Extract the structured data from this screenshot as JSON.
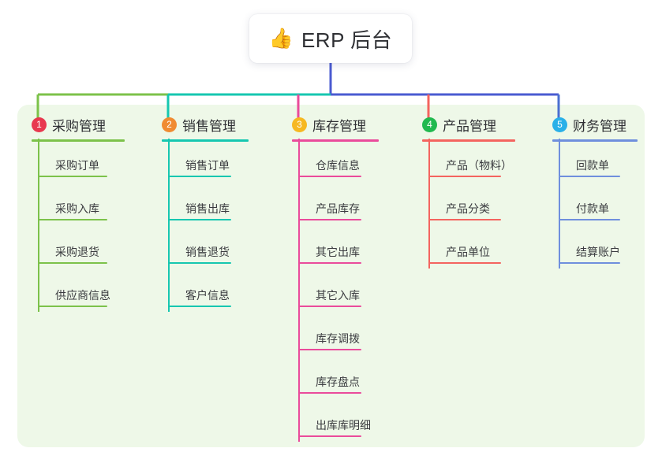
{
  "root": {
    "icon": "thumbs-up-icon",
    "emoji": "👍",
    "title": "ERP 后台"
  },
  "panel": {
    "background": "#eef8e8"
  },
  "connector": {
    "stem_color": "#4a5bd1",
    "segments": [
      {
        "color": "#7cc24a"
      },
      {
        "color": "#16c7b0"
      },
      {
        "color": "#4a5bd1"
      },
      {
        "color": "#4a5bd1"
      }
    ],
    "drops": [
      {
        "color": "#7cc24a"
      },
      {
        "color": "#16c7b0"
      },
      {
        "color": "#ea4b9b"
      },
      {
        "color": "#f4645f"
      },
      {
        "color": "#4a6fd1"
      }
    ]
  },
  "columns": [
    {
      "number": "1",
      "badge_color": "#e8384f",
      "accent": "#7cc24a",
      "title": "采购管理",
      "items": [
        {
          "label": "采购订单"
        },
        {
          "label": "采购入库"
        },
        {
          "label": "采购退货"
        },
        {
          "label": "供应商信息"
        }
      ]
    },
    {
      "number": "2",
      "badge_color": "#f08b32",
      "accent": "#16c7b0",
      "title": "销售管理",
      "items": [
        {
          "label": "销售订单"
        },
        {
          "label": "销售出库"
        },
        {
          "label": "销售退货"
        },
        {
          "label": "客户信息"
        }
      ]
    },
    {
      "number": "3",
      "badge_color": "#f6b821",
      "accent": "#ea4b9b",
      "title": "库存管理",
      "items": [
        {
          "label": "仓库信息"
        },
        {
          "label": "产品库存"
        },
        {
          "label": "其它出库"
        },
        {
          "label": "其它入库"
        },
        {
          "label": "库存调拨"
        },
        {
          "label": "库存盘点"
        },
        {
          "label": "出库库明细"
        }
      ]
    },
    {
      "number": "4",
      "badge_color": "#21b94f",
      "accent": "#f4645f",
      "title": "产品管理",
      "items": [
        {
          "label": "产品（物料）"
        },
        {
          "label": "产品分类"
        },
        {
          "label": "产品单位"
        }
      ]
    },
    {
      "number": "5",
      "badge_color": "#2ab0e8",
      "accent": "#6f8fdd",
      "title": "财务管理",
      "items": [
        {
          "label": "回款单"
        },
        {
          "label": "付款单"
        },
        {
          "label": "结算账户"
        }
      ]
    }
  ]
}
